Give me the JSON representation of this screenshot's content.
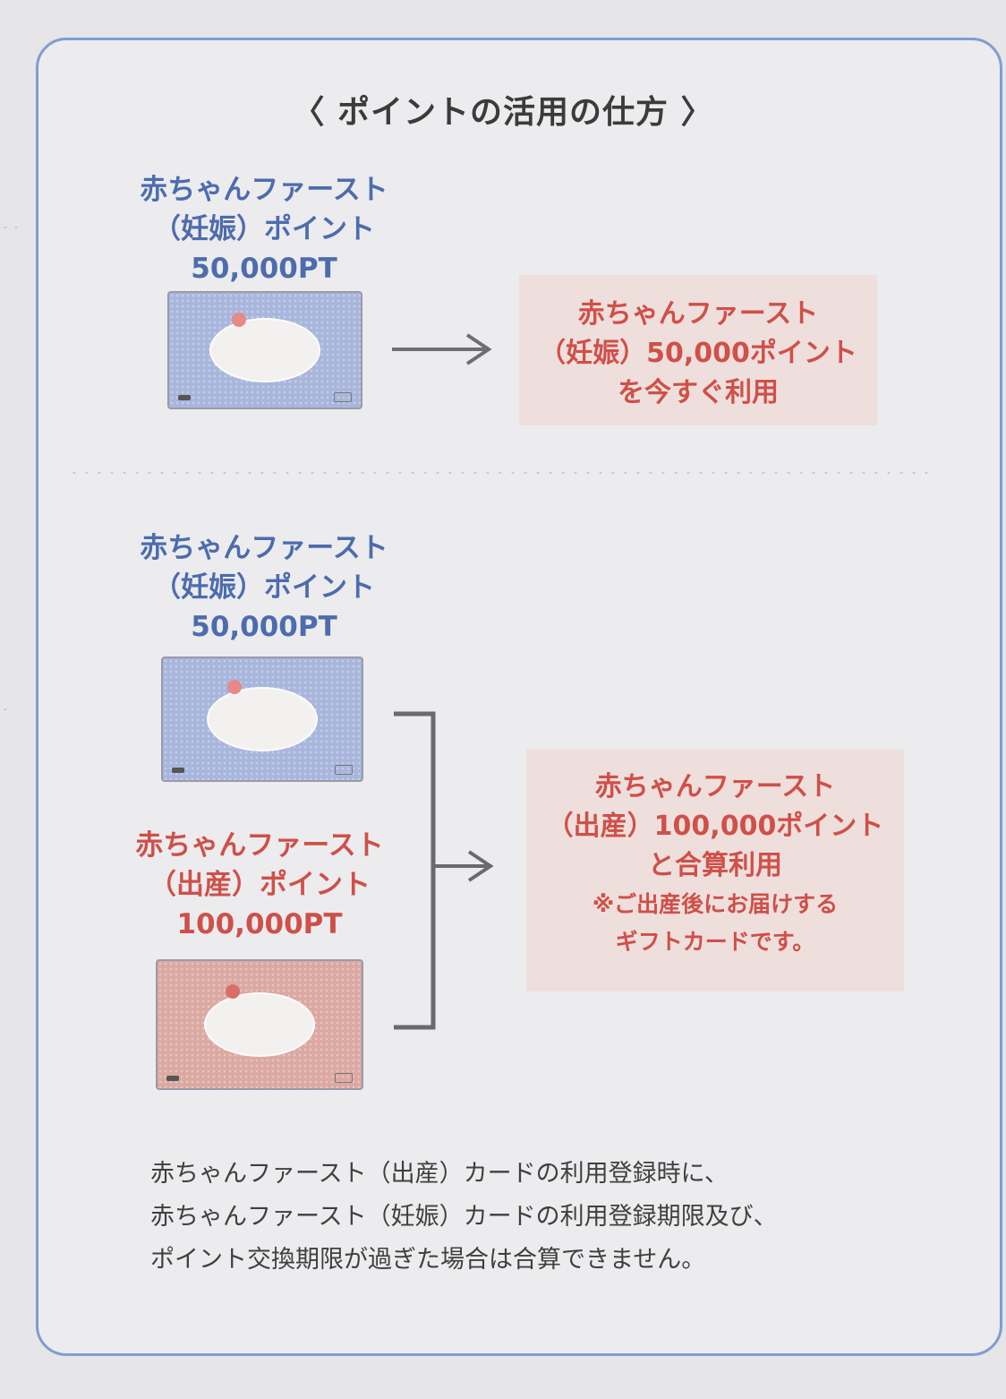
{
  "title": "〈 ポイントの活用の仕方 〉",
  "section1": {
    "label": [
      "赤ちゃんファースト",
      "（妊娠）ポイント",
      "50,000PT"
    ],
    "result": [
      "赤ちゃんファースト",
      "（妊娠）50,000ポイント",
      "を今すぐ利用"
    ]
  },
  "section2": {
    "label_pregnancy": [
      "赤ちゃんファースト",
      "（妊娠）ポイント",
      "50,000PT"
    ],
    "label_birth": [
      "赤ちゃんファースト",
      "（出産）ポイント",
      "100,000PT"
    ],
    "result": [
      "赤ちゃんファースト",
      "（出産）100,000ポイント",
      "と合算利用"
    ],
    "result_note": [
      "※ご出産後にお届けする",
      "ギフトカードです。"
    ]
  },
  "note": [
    "赤ちゃんファースト（出産）カードの利用登録時に、",
    "赤ちゃんファースト（妊娠）カードの利用登録期限及び、",
    "ポイント交換期限が過ぎた場合は合算できません。"
  ],
  "colors": {
    "blue": "#4d6cae",
    "red": "#cf5049",
    "frame": "#7e9dd3",
    "box": "#efdfdc"
  },
  "icons": [
    "pregnancy-gift-card-icon",
    "birth-gift-card-icon",
    "arrow-right-icon",
    "bracket-icon"
  ]
}
